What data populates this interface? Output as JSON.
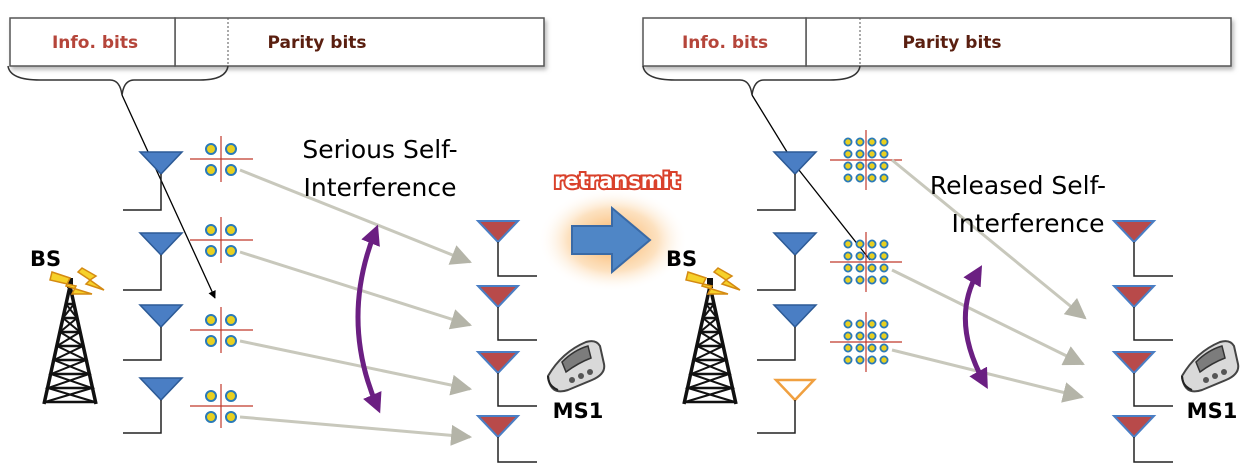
{
  "left_panel": {
    "info_bits_label": "Info. bits",
    "parity_bits_label": "Parity bits",
    "interference_line1": "Serious Self-",
    "interference_line2": "Interference",
    "bs_label": "BS",
    "ms_label": "MS1"
  },
  "center": {
    "retransmit_label": "retransmit"
  },
  "right_panel": {
    "info_bits_label": "Info. bits",
    "parity_bits_label": "Parity bits",
    "interference_line1": "Released Self-",
    "interference_line2": "Interference",
    "bs_label": "BS",
    "ms_label": "MS1"
  },
  "colors": {
    "tx_antenna": "#4a7ec4",
    "rx_antenna": "#b84a4a",
    "inactive_antenna": "#f0a040",
    "interference_arrow": "#6b1f82",
    "retransmit_arrow": "#4f86c6",
    "retransmit_glow": "#f5a040",
    "label_text": "#b5453a",
    "constellation_point": "#e8d020",
    "constellation_ring": "#2a7ab8"
  },
  "icons": [
    "tower-icon",
    "lightning-icon",
    "phone-icon",
    "antenna-icon",
    "arrow-right-icon",
    "double-arrow-icon"
  ]
}
